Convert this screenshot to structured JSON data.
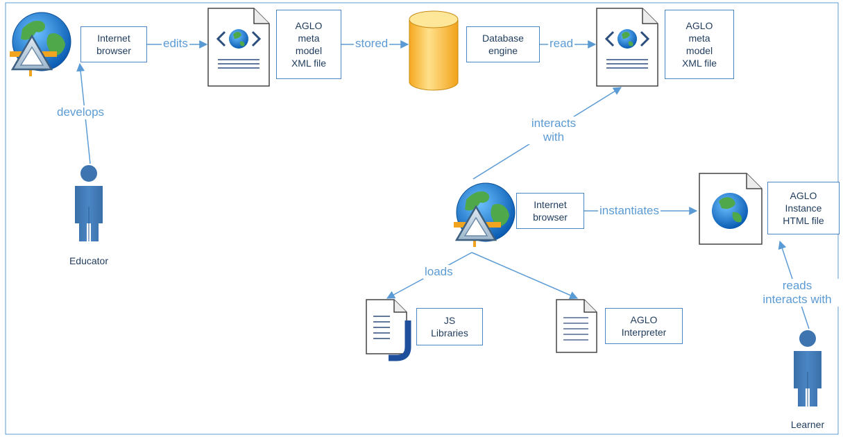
{
  "diagram": {
    "nodes": {
      "browser_educator": {
        "lines": [
          "Internet",
          "browser"
        ],
        "icon": "globe-browser-icon"
      },
      "meta_model_1": {
        "lines": [
          "AGLO",
          "meta",
          "model",
          "XML file"
        ],
        "icon": "xml-document-icon"
      },
      "database": {
        "lines": [
          "Database",
          "engine"
        ],
        "icon": "database-cylinder-icon"
      },
      "meta_model_2": {
        "lines": [
          "AGLO",
          "meta",
          "model",
          "XML file"
        ],
        "icon": "xml-document-icon"
      },
      "browser_center": {
        "lines": [
          "Internet",
          "browser"
        ],
        "icon": "globe-browser-icon"
      },
      "instance": {
        "lines": [
          "AGLO",
          "Instance",
          "HTML file"
        ],
        "icon": "html-document-icon"
      },
      "js_libraries": {
        "lines": [
          "JS",
          "Libraries"
        ],
        "icon": "js-document-icon"
      },
      "interpreter": {
        "lines": [
          "AGLO",
          "Interpreter"
        ],
        "icon": "text-document-icon"
      }
    },
    "actors": {
      "educator": {
        "label": "Educator",
        "icon": "person-icon"
      },
      "learner": {
        "label": "Learner",
        "icon": "person-icon"
      }
    },
    "edges": {
      "edits": {
        "lines": [
          "edits"
        ]
      },
      "stored": {
        "lines": [
          "stored"
        ]
      },
      "read": {
        "lines": [
          "read"
        ]
      },
      "develops": {
        "lines": [
          "develops"
        ]
      },
      "interacts_with": {
        "lines": [
          "interacts",
          "with"
        ]
      },
      "instantiates": {
        "lines": [
          "instantiates"
        ]
      },
      "loads": {
        "lines": [
          "loads"
        ]
      },
      "reads_interacts": {
        "lines": [
          "reads",
          "interacts with"
        ]
      }
    },
    "colors": {
      "arrow": "#5b9bd5",
      "box_border": "#4a86c5",
      "text": "#1f3b5c",
      "person": "#3e75b0",
      "database": "#f5b335",
      "globe_ocean": "#1e7fd2",
      "globe_land": "#4fa94a"
    }
  }
}
